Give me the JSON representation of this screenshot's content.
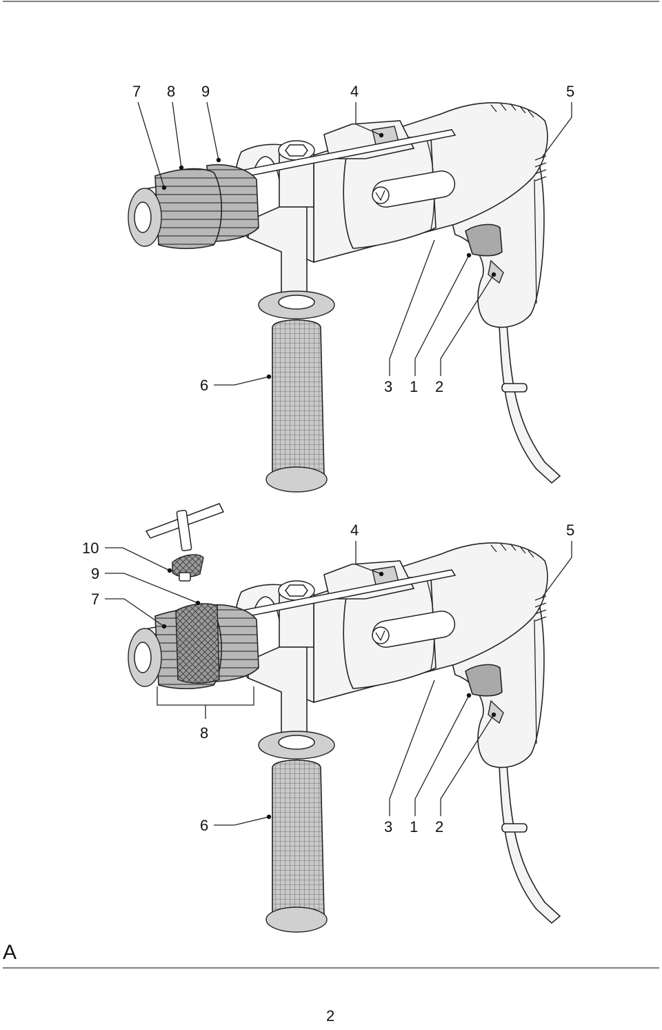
{
  "figure": {
    "letter": "A",
    "page_number": "2"
  },
  "top_view": {
    "callouts": [
      "7",
      "8",
      "9",
      "4",
      "5",
      "6",
      "3",
      "1",
      "2"
    ]
  },
  "bottom_view": {
    "callouts": [
      "10",
      "9",
      "7",
      "4",
      "5",
      "8",
      "6",
      "3",
      "1",
      "2"
    ]
  }
}
